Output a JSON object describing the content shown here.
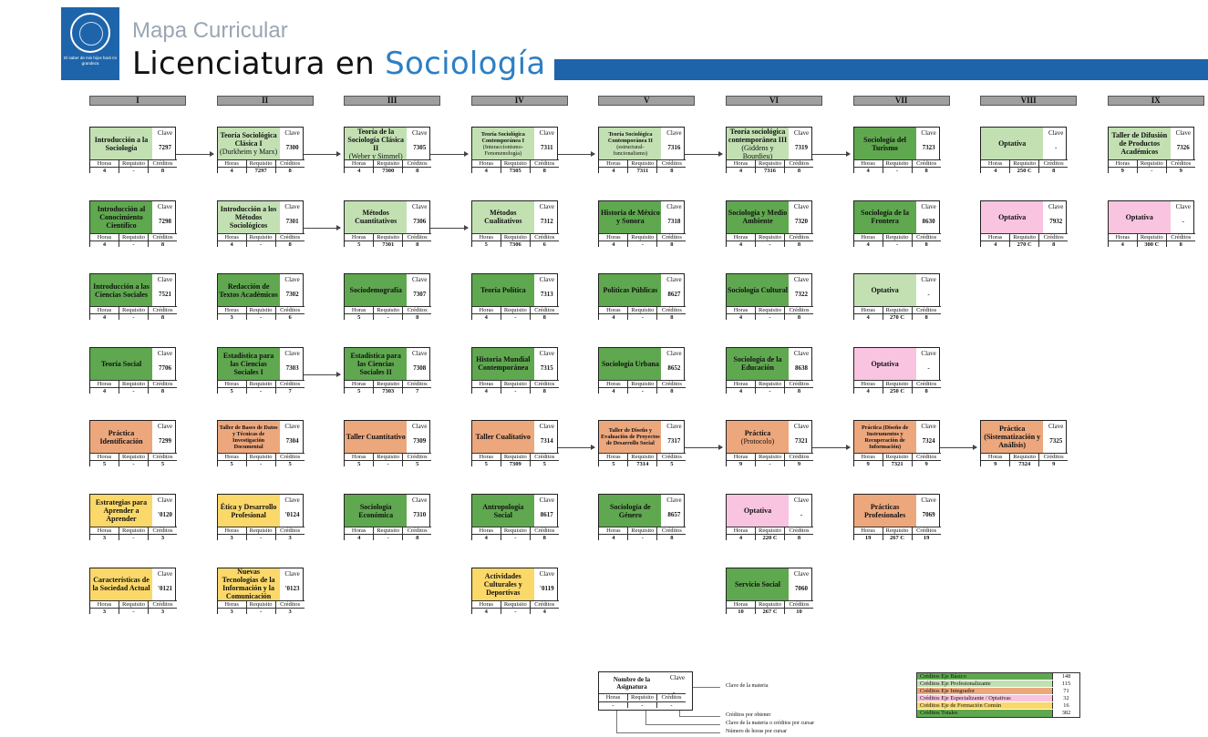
{
  "header": {
    "logo_text": "El saber de mis hijos hará mi grandeza",
    "title": "Mapa Curricular",
    "subtitle_prefix": "Licenciatura en ",
    "subtitle_highlight": "Sociología"
  },
  "semesters": [
    "I",
    "II",
    "III",
    "IV",
    "V",
    "VI",
    "VII",
    "VIII",
    "IX"
  ],
  "labels": {
    "clave": "Clave",
    "horas": "Horas",
    "requisito": "Requisito",
    "creditos": "Créditos"
  },
  "courses": [
    {
      "c": 0,
      "r": 0,
      "color": "lg",
      "name": "Introducción a la Sociología",
      "clave": "7297",
      "horas": "4",
      "req": "-",
      "cred": "8"
    },
    {
      "c": 1,
      "r": 0,
      "color": "lg",
      "name": "Teoría Sociológica Clásica I",
      "sub": "(Durkheim y Marx)",
      "clave": "7300",
      "horas": "4",
      "req": "7297",
      "cred": "8"
    },
    {
      "c": 2,
      "r": 0,
      "color": "lg",
      "name": "Teoría de la Sociología Clásica II",
      "sub": "(Weber y Simmel)",
      "clave": "7305",
      "horas": "4",
      "req": "7300",
      "cred": "8"
    },
    {
      "c": 3,
      "r": 0,
      "color": "lg",
      "small": true,
      "name": "Teoría Sociológica Contemporánea I",
      "sub": "(Interaccionismo-Fenomenología)",
      "clave": "7311",
      "horas": "4",
      "req": "7305",
      "cred": "8"
    },
    {
      "c": 4,
      "r": 0,
      "color": "lg",
      "small": true,
      "name": "Teoría Sociológica Contemporánea II",
      "sub": "(estructural-funcionalismo)",
      "clave": "7316",
      "horas": "4",
      "req": "7311",
      "cred": "8"
    },
    {
      "c": 5,
      "r": 0,
      "color": "lg",
      "name": "Teoría sociológica contemporánea III",
      "sub": "(Giddens y Bourdieu)",
      "clave": "7319",
      "horas": "4",
      "req": "7316",
      "cred": "8"
    },
    {
      "c": 6,
      "r": 0,
      "color": "g",
      "name": "Sociología del Turismo",
      "clave": "7323",
      "horas": "4",
      "req": "-",
      "cred": "8"
    },
    {
      "c": 7,
      "r": 0,
      "color": "lg",
      "name": "Optativa",
      "clave": "-",
      "horas": "4",
      "req": "250 C",
      "cred": "8"
    },
    {
      "c": 8,
      "r": 0,
      "color": "lg",
      "name": "Taller de Difusión de Productos Académicos",
      "clave": "7326",
      "horas": "9",
      "req": "-",
      "cred": "9"
    },
    {
      "c": 0,
      "r": 1,
      "color": "g",
      "name": "Introducción al Conocimiento Científico",
      "clave": "7298",
      "horas": "4",
      "req": "-",
      "cred": "8"
    },
    {
      "c": 1,
      "r": 1,
      "color": "lg",
      "name": "Introducción a los Métodos Sociológicos",
      "clave": "7301",
      "horas": "4",
      "req": "-",
      "cred": "8"
    },
    {
      "c": 2,
      "r": 1,
      "color": "lg",
      "name": "Métodos Cuantitativos",
      "clave": "7306",
      "horas": "5",
      "req": "7301",
      "cred": "8"
    },
    {
      "c": 3,
      "r": 1,
      "color": "lg",
      "name": "Métodos Cualitativos",
      "clave": "7312",
      "horas": "5",
      "req": "7306",
      "cred": "6"
    },
    {
      "c": 4,
      "r": 1,
      "color": "g",
      "name": "Historia de México y Sonora",
      "clave": "7318",
      "horas": "4",
      "req": "-",
      "cred": "8"
    },
    {
      "c": 5,
      "r": 1,
      "color": "g",
      "name": "Sociología y Medio Ambiente",
      "clave": "7320",
      "horas": "4",
      "req": "-",
      "cred": "8"
    },
    {
      "c": 6,
      "r": 1,
      "color": "g",
      "name": "Sociología de la Frontera",
      "clave": "8630",
      "horas": "4",
      "req": "-",
      "cred": "8"
    },
    {
      "c": 7,
      "r": 1,
      "color": "p",
      "name": "Optativa",
      "clave": "7932",
      "horas": "4",
      "req": "270 C",
      "cred": "8"
    },
    {
      "c": 8,
      "r": 1,
      "color": "p",
      "name": "Optativa",
      "clave": "-",
      "horas": "4",
      "req": "300 C",
      "cred": "8"
    },
    {
      "c": 0,
      "r": 2,
      "color": "g",
      "name": "Introducción a las Ciencias Sociales",
      "clave": "7521",
      "horas": "4",
      "req": "-",
      "cred": "8"
    },
    {
      "c": 1,
      "r": 2,
      "color": "g",
      "name": "Redacción de Textos Académicos",
      "clave": "7302",
      "horas": "3",
      "req": "-",
      "cred": "6"
    },
    {
      "c": 2,
      "r": 2,
      "color": "g",
      "name": "Sociodemografía",
      "clave": "7307",
      "horas": "5",
      "req": "-",
      "cred": "8"
    },
    {
      "c": 3,
      "r": 2,
      "color": "g",
      "name": "Teoría Política",
      "clave": "7313",
      "horas": "4",
      "req": "-",
      "cred": "8"
    },
    {
      "c": 4,
      "r": 2,
      "color": "g",
      "name": "Políticas Públicas",
      "clave": "8627",
      "horas": "4",
      "req": "-",
      "cred": "8"
    },
    {
      "c": 5,
      "r": 2,
      "color": "g",
      "name": "Sociología Cultural",
      "clave": "7322",
      "horas": "4",
      "req": "-",
      "cred": "8"
    },
    {
      "c": 6,
      "r": 2,
      "color": "lg",
      "name": "Optativa",
      "clave": "-",
      "horas": "4",
      "req": "270 C",
      "cred": "8"
    },
    {
      "c": 0,
      "r": 3,
      "color": "g",
      "name": "Teoría Social",
      "clave": "7706",
      "horas": "4",
      "req": "-",
      "cred": "8"
    },
    {
      "c": 1,
      "r": 3,
      "color": "g",
      "name": "Estadística para las Ciencias Sociales I",
      "clave": "7303",
      "horas": "5",
      "req": "-",
      "cred": "7"
    },
    {
      "c": 2,
      "r": 3,
      "color": "g",
      "name": "Estadística para las Ciencias Sociales II",
      "clave": "7308",
      "horas": "5",
      "req": "7303",
      "cred": "7"
    },
    {
      "c": 3,
      "r": 3,
      "color": "g",
      "name": "Historia Mundial Contemporánea",
      "clave": "7315",
      "horas": "4",
      "req": "-",
      "cred": "8"
    },
    {
      "c": 4,
      "r": 3,
      "color": "g",
      "name": "Sociología Urbana",
      "clave": "8652",
      "horas": "4",
      "req": "-",
      "cred": "8"
    },
    {
      "c": 5,
      "r": 3,
      "color": "g",
      "name": "Sociología de la Educación",
      "clave": "8638",
      "horas": "4",
      "req": "-",
      "cred": "8"
    },
    {
      "c": 6,
      "r": 3,
      "color": "p",
      "name": "Optativa",
      "clave": "-",
      "horas": "4",
      "req": "250 C",
      "cred": "8"
    },
    {
      "c": 0,
      "r": 4,
      "color": "o",
      "name": "Práctica Identificación",
      "clave": "7299",
      "horas": "5",
      "req": "-",
      "cred": "5"
    },
    {
      "c": 1,
      "r": 4,
      "color": "o",
      "small": true,
      "name": "Taller de Bases de Datos y Técnicas de Investigación Documental",
      "clave": "7304",
      "horas": "5",
      "req": "-",
      "cred": "5"
    },
    {
      "c": 2,
      "r": 4,
      "color": "o",
      "name": "Taller Cuantitativo",
      "clave": "7309",
      "horas": "5",
      "req": "-",
      "cred": "5"
    },
    {
      "c": 3,
      "r": 4,
      "color": "o",
      "name": "Taller Cualitativo",
      "clave": "7314",
      "horas": "5",
      "req": "7309",
      "cred": "5"
    },
    {
      "c": 4,
      "r": 4,
      "color": "o",
      "small": true,
      "name": "Taller de Diseño y Evaluación de Proyectos de Desarrollo Social",
      "clave": "7317",
      "horas": "5",
      "req": "7314",
      "cred": "5"
    },
    {
      "c": 5,
      "r": 4,
      "color": "o",
      "name": "Práctica",
      "sub": "(Protocolo)",
      "clave": "7321",
      "horas": "9",
      "req": "-",
      "cred": "9"
    },
    {
      "c": 6,
      "r": 4,
      "color": "o",
      "small": true,
      "name": "Práctica (Diseño de Instrumentos y Recuperación de Información)",
      "clave": "7324",
      "horas": "9",
      "req": "7321",
      "cred": "9"
    },
    {
      "c": 7,
      "r": 4,
      "color": "o",
      "name": "Práctica (Sistematización y Análisis)",
      "clave": "7325",
      "horas": "9",
      "req": "7324",
      "cred": "9"
    },
    {
      "c": 0,
      "r": 5,
      "color": "y",
      "name": "Estrategias para Aprender a Aprender",
      "clave": "'0120",
      "horas": "3",
      "req": "-",
      "cred": "3"
    },
    {
      "c": 1,
      "r": 5,
      "color": "y",
      "name": "Ética y Desarrollo Profesional",
      "clave": "'0124",
      "horas": "3",
      "req": "-",
      "cred": "3"
    },
    {
      "c": 2,
      "r": 5,
      "color": "g",
      "name": "Sociología Económica",
      "clave": "7310",
      "horas": "4",
      "req": "-",
      "cred": "8"
    },
    {
      "c": 3,
      "r": 5,
      "color": "g",
      "name": "Antropología Social",
      "clave": "8617",
      "horas": "4",
      "req": "-",
      "cred": "8"
    },
    {
      "c": 4,
      "r": 5,
      "color": "g",
      "name": "Sociología de Género",
      "clave": "8657",
      "horas": "4",
      "req": "-",
      "cred": "8"
    },
    {
      "c": 5,
      "r": 5,
      "color": "p",
      "name": "Optativa",
      "clave": "-",
      "horas": "4",
      "req": "220 C",
      "cred": "8"
    },
    {
      "c": 6,
      "r": 5,
      "color": "o",
      "name": "Prácticas Profesionales",
      "clave": "7069",
      "horas": "19",
      "req": "267 C",
      "cred": "19"
    },
    {
      "c": 0,
      "r": 6,
      "color": "y",
      "name": "Características de la Sociedad Actual",
      "clave": "'0121",
      "horas": "3",
      "req": "-",
      "cred": "3"
    },
    {
      "c": 1,
      "r": 6,
      "color": "y",
      "name": "Nuevas Tecnologías de la Información y la Comunicación",
      "clave": "'0123",
      "horas": "3",
      "req": "-",
      "cred": "3"
    },
    {
      "c": 3,
      "r": 6,
      "color": "y",
      "name": "Actividades Culturales y Deportivas",
      "clave": "'0119",
      "horas": "4",
      "req": "-",
      "cred": "4"
    },
    {
      "c": 5,
      "r": 6,
      "color": "g",
      "name": "Servicio Social",
      "clave": "7060",
      "horas": "10",
      "req": "267 C",
      "cred": "10"
    }
  ],
  "legend": {
    "name": "Nombre de la Asignatura",
    "clave": "Clave",
    "val": "-",
    "clave_desc": "Clave de la materia",
    "cred_desc": "Créditos por obtener",
    "req_desc": "Clave de la materia o créditos por cursar",
    "horas_desc": "Número de horas por cursar"
  },
  "credits": [
    {
      "label": "Créditos Eje Básico",
      "value": "148",
      "color": "#5fa84f"
    },
    {
      "label": "Créditos Eje Profesionalizante",
      "value": "115",
      "color": "#c3e0b3"
    },
    {
      "label": "Créditos Eje Integrador",
      "value": "71",
      "color": "#eda77d"
    },
    {
      "label": "Créditos Eje Especializante / Optativas",
      "value": "32",
      "color": "#f8c4e0"
    },
    {
      "label": "Créditos Eje de Formación Común",
      "value": "16",
      "color": "#fbd86a"
    },
    {
      "label": "Créditos Totales",
      "value": "382",
      "color": "#5fa84f"
    }
  ]
}
